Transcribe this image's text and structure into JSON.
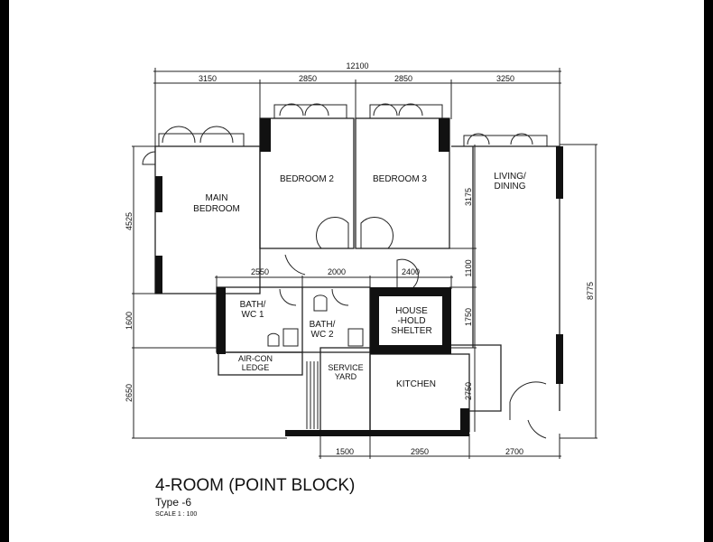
{
  "plan": {
    "title": "4-ROOM (POINT BLOCK)",
    "type": "Type -6",
    "scale": "SCALE  1 : 100",
    "rooms": {
      "main_bedroom": [
        "MAIN",
        "BEDROOM"
      ],
      "bedroom2": "BEDROOM  2",
      "bedroom3": "BEDROOM  3",
      "living": [
        "LIVING/",
        "DINING"
      ],
      "bath1": [
        "BATH/",
        "WC 1"
      ],
      "bath2": [
        "BATH/",
        "WC 2"
      ],
      "shelter": [
        "HOUSE",
        "-HOLD",
        "SHELTER"
      ],
      "aircon": [
        "AIR-CON",
        "LEDGE"
      ],
      "service": [
        "SERVICE",
        "YARD"
      ],
      "kitchen": "KITCHEN"
    },
    "dims": {
      "overall": "12100",
      "top": [
        "3150",
        "2850",
        "2850",
        "3250"
      ],
      "middle": [
        "2550",
        "2000",
        "2400"
      ],
      "bottom": [
        "1500",
        "2950",
        "2700"
      ],
      "left": [
        "4525",
        "1600",
        "2650"
      ],
      "inner_right": [
        "3175",
        "1100",
        "1750",
        "2750"
      ],
      "right": "8775"
    }
  }
}
